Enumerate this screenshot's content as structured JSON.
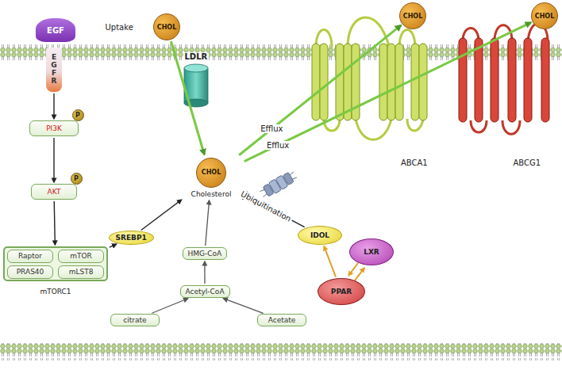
{
  "diagram": {
    "nodes": [
      {
        "text": [
          "EGF"
        ]
      },
      {
        "text": [
          "EGFR"
        ]
      },
      {
        "text": [
          "PI3K"
        ]
      },
      {
        "text": [
          "P"
        ],
        "in": 2
      },
      {
        "text": [
          "AKT"
        ]
      },
      {
        "text": [
          "P"
        ],
        "in": 4
      },
      {
        "text": [
          "mTORC1"
        ]
      },
      {
        "text": [
          "Raptor"
        ],
        "in": 6
      },
      {
        "text": [
          "mTOR"
        ],
        "in": 6
      },
      {
        "text": [
          "PRAS40"
        ],
        "in": 6
      },
      {
        "text": [
          "mLST8"
        ],
        "in": 6
      },
      {
        "text": [
          "SREBP1"
        ]
      },
      {
        "text": [
          "CHOL"
        ]
      },
      {
        "text": [
          "LDLR"
        ]
      },
      {
        "text": [
          "CHOL",
          "Cholesterol"
        ]
      },
      {
        "text": [
          "CHOL"
        ]
      },
      {
        "text": [
          "CHOL"
        ]
      },
      {
        "text": [
          "ABCA1"
        ]
      },
      {
        "text": [
          "ABCG1"
        ]
      },
      {
        "text": [
          "HMG-CoA"
        ]
      },
      {
        "text": [
          "Acetyl-CoA"
        ]
      },
      {
        "text": [
          "citrate"
        ]
      },
      {
        "text": [
          "Acetate"
        ]
      },
      {
        "text": [
          "IDOL"
        ]
      },
      {
        "text": [
          "LXR"
        ]
      },
      {
        "text": [
          "PPAR"
        ]
      }
    ],
    "edges": [
      {
        "from": 1,
        "to": 2,
        "arrow": "to"
      },
      {
        "from": 2,
        "to": 4,
        "arrow": "to"
      },
      {
        "from": 4,
        "to": 6,
        "arrow": "to"
      },
      {
        "from": 6,
        "to": 11,
        "arrow": "to"
      },
      {
        "from": 11,
        "to": 14,
        "arrow": "to"
      },
      {
        "from": 12,
        "to": 14,
        "arrow": "to"
      },
      {
        "from": 14,
        "to": 15,
        "label": "Efflux",
        "arrow": "to"
      },
      {
        "from": 14,
        "to": 16,
        "label": "Efflux",
        "arrow": "to"
      },
      {
        "from": 21,
        "to": 20,
        "arrow": "to"
      },
      {
        "from": 22,
        "to": 20,
        "arrow": "to"
      },
      {
        "from": 20,
        "to": 19,
        "arrow": "to"
      },
      {
        "from": 19,
        "to": 14,
        "arrow": "to"
      },
      {
        "from": 23,
        "to": 14,
        "label": "Ubiquitination",
        "arrow": "to"
      },
      {
        "from": 25,
        "to": 23,
        "arrow": "to"
      },
      {
        "from": 25,
        "to": 24,
        "arrow": "to"
      },
      {
        "from": 24,
        "to": 25,
        "arrow": "to"
      }
    ],
    "labels": [
      "Uptake"
    ]
  }
}
